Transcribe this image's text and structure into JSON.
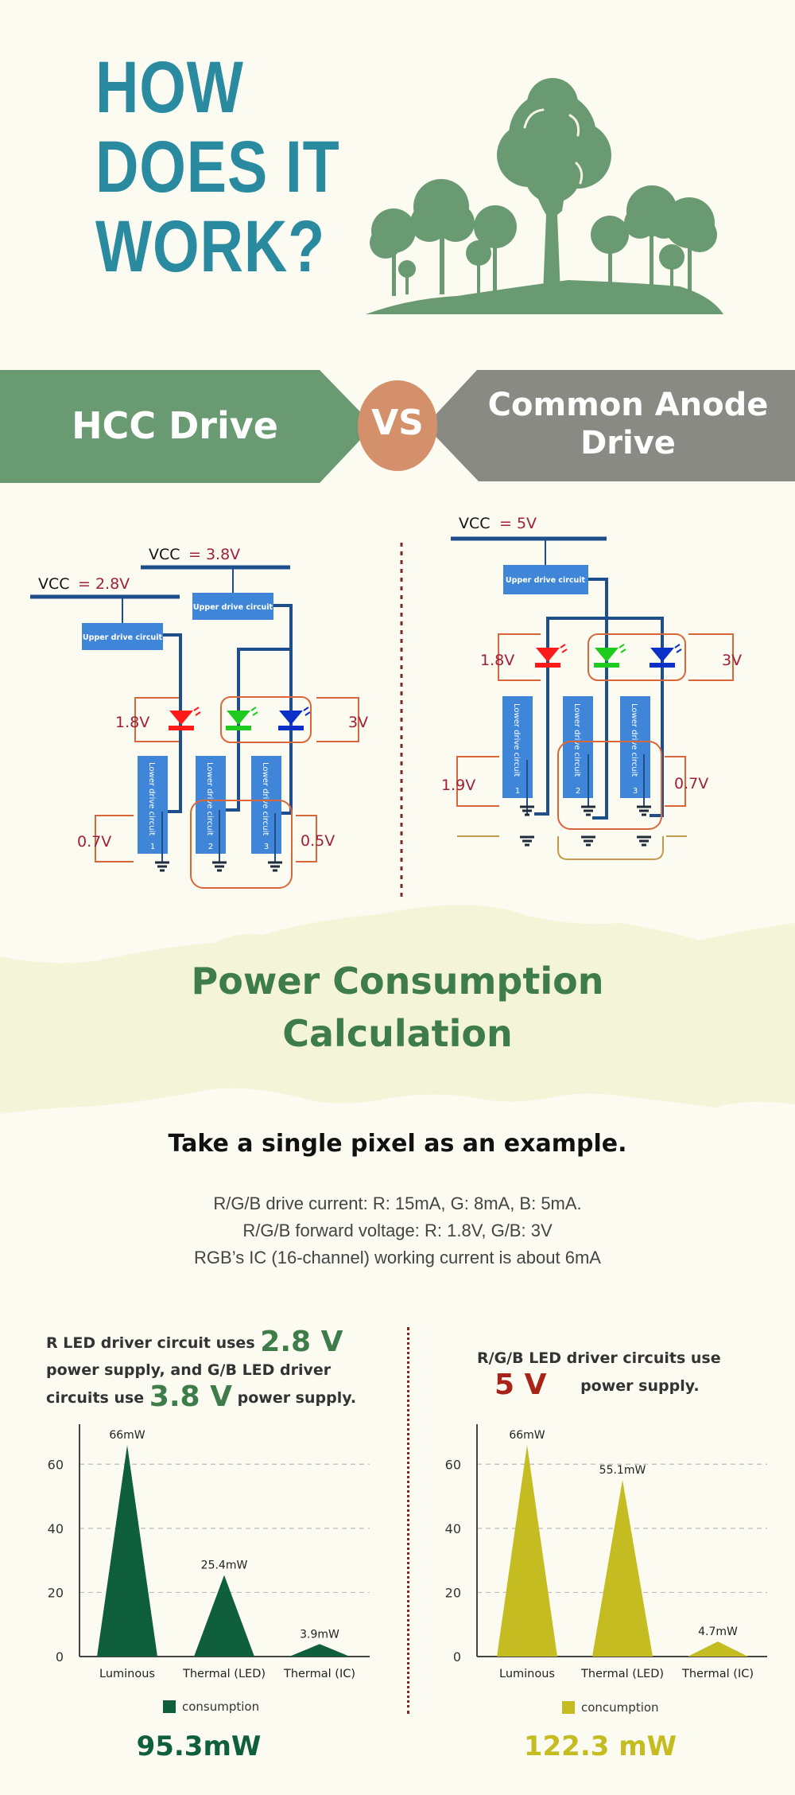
{
  "hero": {
    "title_lines": [
      "HOW",
      "DOES IT",
      "WORK?"
    ],
    "illustration": "trees-icon",
    "title_color": "#2a8aa0",
    "tree_color": "#6a9a72"
  },
  "banner": {
    "left_label": "HCC Drive",
    "vs_label": "VS",
    "right_label_line1": "Common Anode",
    "right_label_line2": "Drive",
    "left_color": "#6a9a72",
    "right_color": "#8a8a84",
    "vs_color": "#d4906a"
  },
  "circuits": {
    "hcc": {
      "vcc_r_label": "VCC",
      "vcc_r_value": "= 2.8V",
      "vcc_gb_label": "VCC",
      "vcc_gb_value": "= 3.8V",
      "upper_box_label": "Upper drive circuit",
      "lower_box_label": "Lower drive circuit",
      "lower_box_numbers": [
        "1",
        "2",
        "3"
      ],
      "led_r_voltage": "1.8V",
      "led_gb_voltage": "3V",
      "lower_r_voltage": "0.7V",
      "lower_gb_voltage": "0.5V"
    },
    "common_anode": {
      "vcc_label": "VCC",
      "vcc_value": "= 5V",
      "upper_box_label": "Upper drive circuit",
      "lower_box_label": "Lower drive circuit",
      "lower_box_numbers": [
        "1",
        "2",
        "3"
      ],
      "led_r_voltage": "1.8V",
      "led_gb_voltage": "3V",
      "lower_r_voltage": "1.9V",
      "lower_gb_voltage": "0.7V"
    },
    "colors": {
      "wire": "#1f4e8c",
      "box": "#3f86d8",
      "bracket": "#d9673a",
      "voltage_text": "#a0203a",
      "led_red": "#ff1a1a",
      "led_green": "#1ecb1e",
      "led_blue": "#0a30c8"
    }
  },
  "calculation": {
    "title_line1": "Power Consumption",
    "title_line2": "Calculation",
    "example_title": "Take a single pixel as an example.",
    "specs": [
      "R/G/B drive current: R: 15mA, G: 8mA, B: 5mA.",
      "R/G/B forward voltage: R: 1.8V, G/B: 3V",
      "RGB’s IC (16-channel) working current is about 6mA"
    ]
  },
  "left_intro": {
    "part1": "R LED driver circuit uses",
    "voltage1": "2.8 V",
    "part2": "power supply, and G/B LED driver circuits use",
    "voltage2": "3.8 V",
    "part3": "power supply."
  },
  "right_intro": {
    "part1": "R/G/B LED driver circuits use",
    "voltage": "5 V",
    "part2": "power supply."
  },
  "chart_data": [
    {
      "type": "area",
      "title": "HCC Drive power consumption",
      "categories": [
        "Luminous",
        "Thermal (LED)",
        "Thermal (IC)"
      ],
      "series": [
        {
          "name": "consumption",
          "values": [
            66,
            25.4,
            3.9
          ],
          "color": "#0f5e3c"
        }
      ],
      "data_labels": [
        "66mW",
        "25.4mW",
        "3.9mW"
      ],
      "yticks": [
        0,
        20,
        40,
        60
      ],
      "ylim": [
        0,
        70
      ],
      "xlabel": "",
      "ylabel": "",
      "grid": true,
      "legend": "bottom-center",
      "legend_label": "consumption",
      "total": "95.3mW"
    },
    {
      "type": "area",
      "title": "Common Anode Drive power consumption",
      "categories": [
        "Luminous",
        "Thermal (LED)",
        "Thermal (IC)"
      ],
      "series": [
        {
          "name": "concumption",
          "values": [
            66,
            55.1,
            4.7
          ],
          "color": "#c4bc20"
        }
      ],
      "data_labels": [
        "66mW",
        "55.1mW",
        "4.7mW"
      ],
      "yticks": [
        0,
        20,
        40,
        60
      ],
      "ylim": [
        0,
        70
      ],
      "xlabel": "",
      "ylabel": "",
      "grid": true,
      "legend": "bottom-center",
      "legend_label": "concumption",
      "total": "122.3 mW"
    }
  ]
}
